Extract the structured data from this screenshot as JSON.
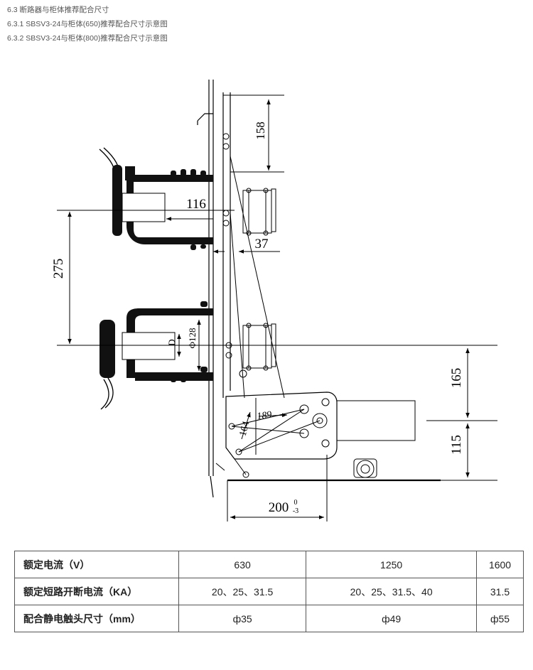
{
  "headings": [
    "6.3 断路器与柜体推荐配合尺寸",
    "6.3.1 SBSV3-24与柜体(650)推荐配合尺寸示意图",
    "6.3.2 SBSV3-24与柜体(800)推荐配合尺寸示意图"
  ],
  "drawing": {
    "dimensions": {
      "d158": "158",
      "d116": "116",
      "d37": "37",
      "d275": "275",
      "phi128": "Φ128",
      "dD": "D",
      "d165": "165",
      "d189": "189",
      "d164": "164",
      "d115": "115",
      "d200": "200",
      "tol_upper": "0",
      "tol_lower": "-3"
    }
  },
  "table": {
    "rows": [
      {
        "label": "额定电流（V）",
        "values": [
          "630",
          "1250",
          "1600"
        ]
      },
      {
        "label": "额定短路开断电流（KA）",
        "values": [
          "20、25、31.5",
          "20、25、31.5、40",
          "31.5"
        ]
      },
      {
        "label": "配合静电触头尺寸（mm）",
        "values": [
          "ф35",
          "ф49",
          "ф55"
        ]
      }
    ]
  }
}
